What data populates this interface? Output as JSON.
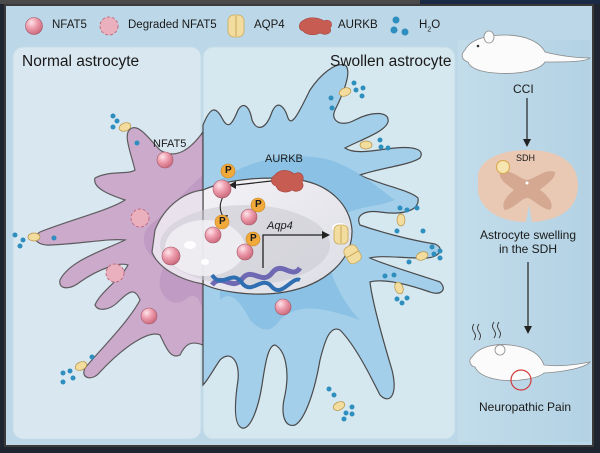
{
  "legend": {
    "items": [
      {
        "icon": "nfat5-sphere-icon",
        "label": "NFAT5"
      },
      {
        "icon": "degraded-nfat5-icon",
        "label": "Degraded NFAT5"
      },
      {
        "icon": "aqp4-channel-icon",
        "label": "AQP4"
      },
      {
        "icon": "aurkb-protein-icon",
        "label": "AURKB"
      },
      {
        "icon": "water-molecules-icon",
        "label_main": "H",
        "label_sub": "2",
        "label_end": "O"
      }
    ]
  },
  "panels": {
    "normal": {
      "title": "Normal astrocyte",
      "nfat5_label": "NFAT5"
    },
    "swollen": {
      "title": "Swollen astrocyte",
      "aurkb_label": "AURKB",
      "gene_label": "Aqp4",
      "phospho_label": "P"
    }
  },
  "pathway": {
    "step1": "CCI",
    "sdh_label": "SDH",
    "step2_line1": "Astrocyte swelling",
    "step2_line2": "in the SDH",
    "step3": "Neuropathic Pain"
  },
  "colors": {
    "frame_bg": "#bcd7e7",
    "panel_bg": "#d6e8f0",
    "normal_cell": "#c6a3c8",
    "swollen_cell": "#a3d0ea",
    "nfat5": "#e8909f",
    "phospho": "#f2a93b",
    "aqp4": "#f1d999",
    "aurkb": "#c85e55",
    "water": "#2e8fbf",
    "spinal_cord": "#e9c9b4"
  }
}
